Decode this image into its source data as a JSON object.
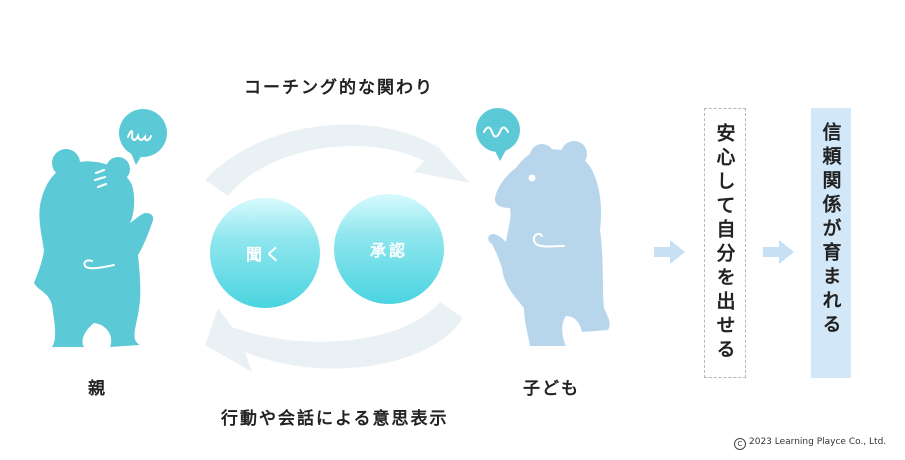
{
  "top_label": "コーチング的な関わり",
  "bottom_label": "行動や会話による意思表示",
  "parent_label": "親",
  "child_label": "子ども",
  "circle_left": "聞く",
  "circle_right": "承認",
  "result_1": "安心して自分を出せる",
  "result_2": "信頼関係が育まれる",
  "copyright": "2023 Learning Playce Co., Ltd.",
  "colors": {
    "parent_bear": "#5cc9d6",
    "child_bear": "#b7d6ec",
    "arrow": "#eaf1f5",
    "small_arrow": "#c7e0f3",
    "filled_box": "#d2e8f8"
  }
}
